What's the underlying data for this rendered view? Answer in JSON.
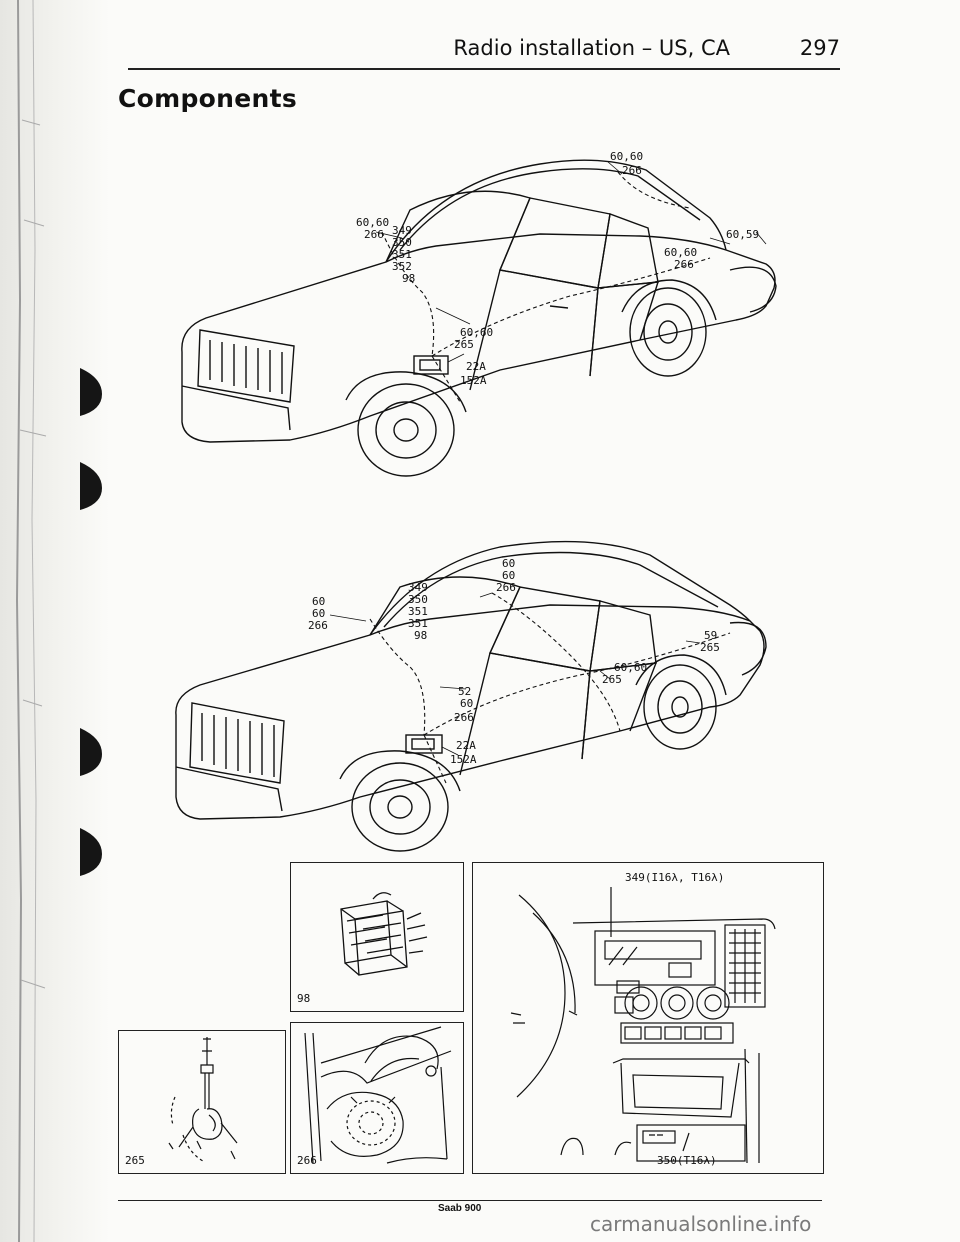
{
  "header": {
    "title": "Radio installation – US, CA",
    "page_number": "297"
  },
  "section_title": "Components",
  "car_top": {
    "callouts": [
      {
        "key": "a1",
        "text": "60,60"
      },
      {
        "key": "a2",
        "text": "266"
      },
      {
        "key": "b1",
        "text": "60,60"
      },
      {
        "key": "b2",
        "text": "266"
      },
      {
        "key": "c1",
        "text": "349"
      },
      {
        "key": "c2",
        "text": "350"
      },
      {
        "key": "c3",
        "text": "351"
      },
      {
        "key": "c4",
        "text": "352"
      },
      {
        "key": "c5",
        "text": "98"
      },
      {
        "key": "d1",
        "text": "60,59"
      },
      {
        "key": "e1",
        "text": "60,60"
      },
      {
        "key": "e2",
        "text": "266"
      },
      {
        "key": "f1",
        "text": "60,60"
      },
      {
        "key": "f2",
        "text": "265"
      },
      {
        "key": "g1",
        "text": "22A"
      },
      {
        "key": "g2",
        "text": "152A"
      }
    ]
  },
  "car_bottom": {
    "callouts": [
      {
        "key": "a1",
        "text": "60"
      },
      {
        "key": "a2",
        "text": "60"
      },
      {
        "key": "a3",
        "text": "266"
      },
      {
        "key": "b1",
        "text": "60"
      },
      {
        "key": "b2",
        "text": "60"
      },
      {
        "key": "b3",
        "text": "266"
      },
      {
        "key": "c1",
        "text": "349"
      },
      {
        "key": "c2",
        "text": "350"
      },
      {
        "key": "c3",
        "text": "351"
      },
      {
        "key": "c4",
        "text": "351"
      },
      {
        "key": "c5",
        "text": "98"
      },
      {
        "key": "d1",
        "text": "59"
      },
      {
        "key": "d2",
        "text": "265"
      },
      {
        "key": "e1",
        "text": "60,60"
      },
      {
        "key": "e2",
        "text": "265"
      },
      {
        "key": "f1",
        "text": "52"
      },
      {
        "key": "f2",
        "text": "60"
      },
      {
        "key": "f3",
        "text": "266"
      },
      {
        "key": "g1",
        "text": "22A"
      },
      {
        "key": "g2",
        "text": "152A"
      }
    ]
  },
  "panels": {
    "connector": {
      "label": "98"
    },
    "antenna": {
      "label": "265"
    },
    "speaker": {
      "label": "266"
    },
    "dashboard": {
      "top_label": "349(I16λ, T16λ)",
      "bottom_label": "350(T16λ)"
    }
  },
  "footer": {
    "text": "Saab 900"
  },
  "watermark": "carmanualsonline.info"
}
